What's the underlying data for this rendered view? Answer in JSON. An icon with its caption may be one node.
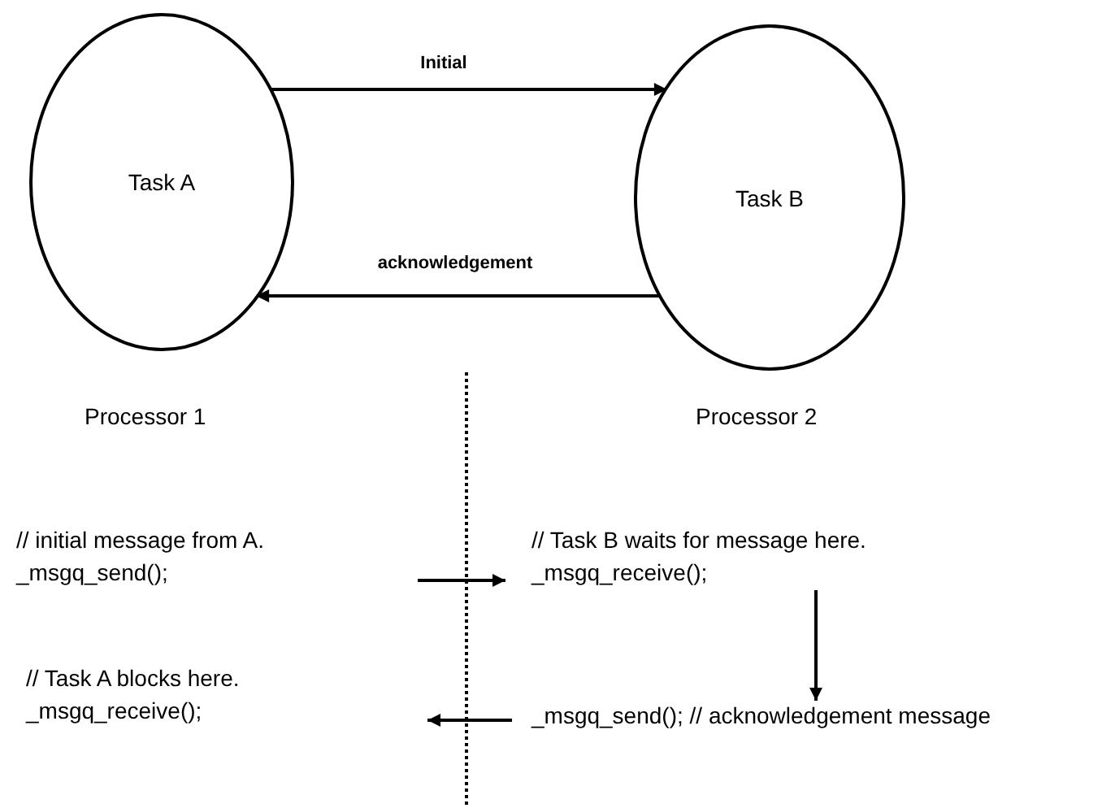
{
  "diagram": {
    "nodes": [
      {
        "text": [
          "Task A"
        ]
      },
      {
        "text": [
          "Task B"
        ]
      },
      {
        "text": [
          "// initial message from A.",
          "_msgq_send();"
        ]
      },
      {
        "text": [
          "// Task B waits for message here.",
          "_msgq_receive();"
        ]
      },
      {
        "text": [
          "// Task A blocks here.",
          "_msgq_receive();"
        ]
      },
      {
        "text": [
          "_msgq_send(); // acknowledgement message"
        ]
      }
    ],
    "edges": [
      {
        "from": 0,
        "to": 1,
        "label": "Initial",
        "arrow": "to"
      },
      {
        "from": 1,
        "to": 0,
        "label": "acknowledgement",
        "arrow": "to"
      },
      {
        "from": null,
        "to": 3,
        "arrow": "to"
      },
      {
        "from": 3,
        "to": 5,
        "arrow": "to"
      },
      {
        "from": 5,
        "to": null,
        "arrow": "to"
      }
    ],
    "labels": [
      "Processor 1",
      "Processor 2"
    ]
  }
}
